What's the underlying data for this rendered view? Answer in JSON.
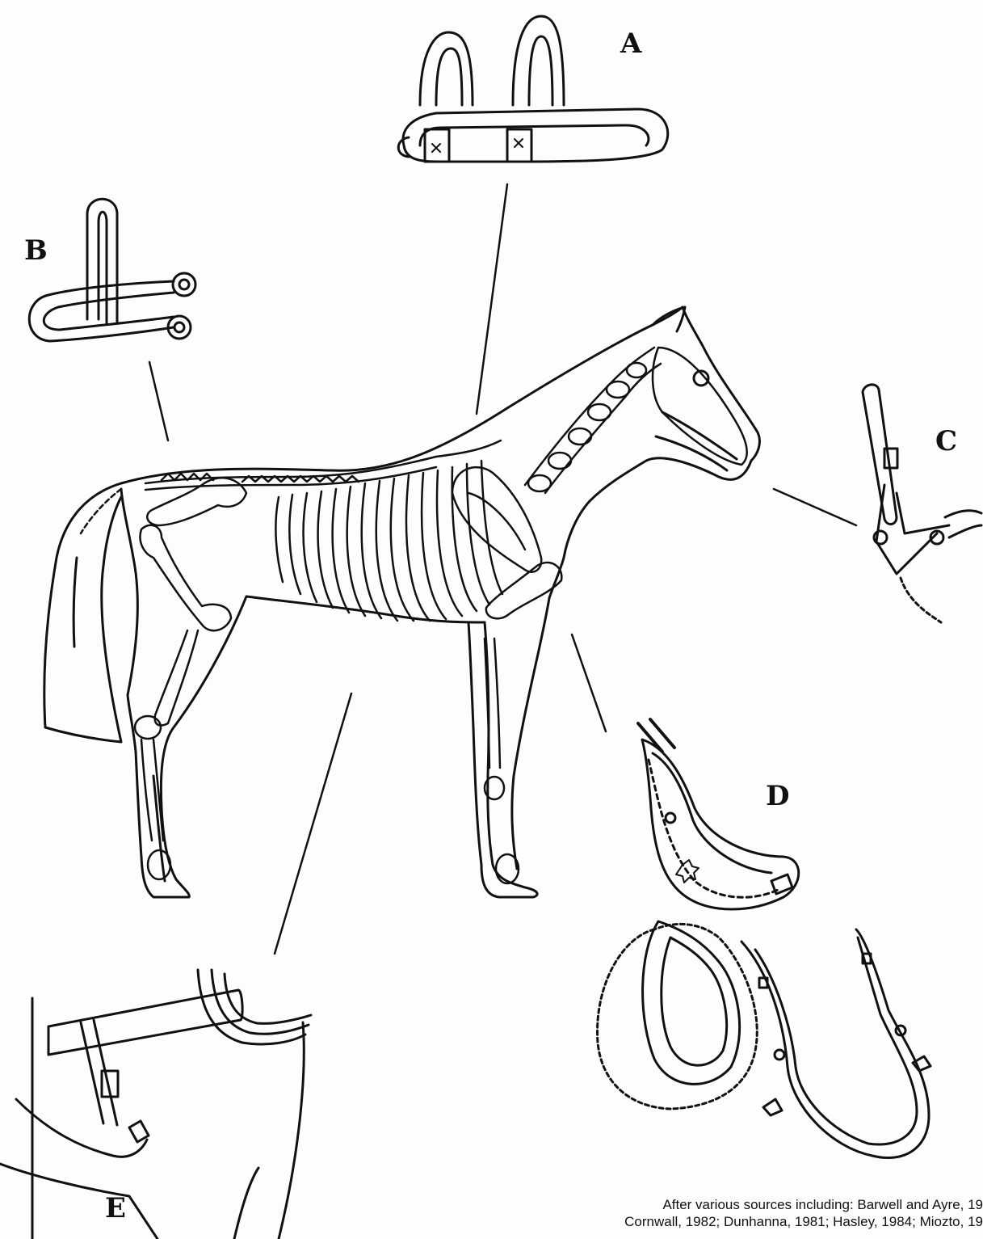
{
  "labels": {
    "a": "A",
    "b": "B",
    "c": "C",
    "d": "D",
    "e": "E"
  },
  "credit": {
    "line1": "After various sources including: Barwell and Ayre, 19",
    "line2": "Cornwall, 1982; Dunhanna, 1981; Hasley, 1984; Miozto, 19"
  },
  "colors": {
    "ink": "#111111",
    "paper": "#fdfdfb"
  }
}
